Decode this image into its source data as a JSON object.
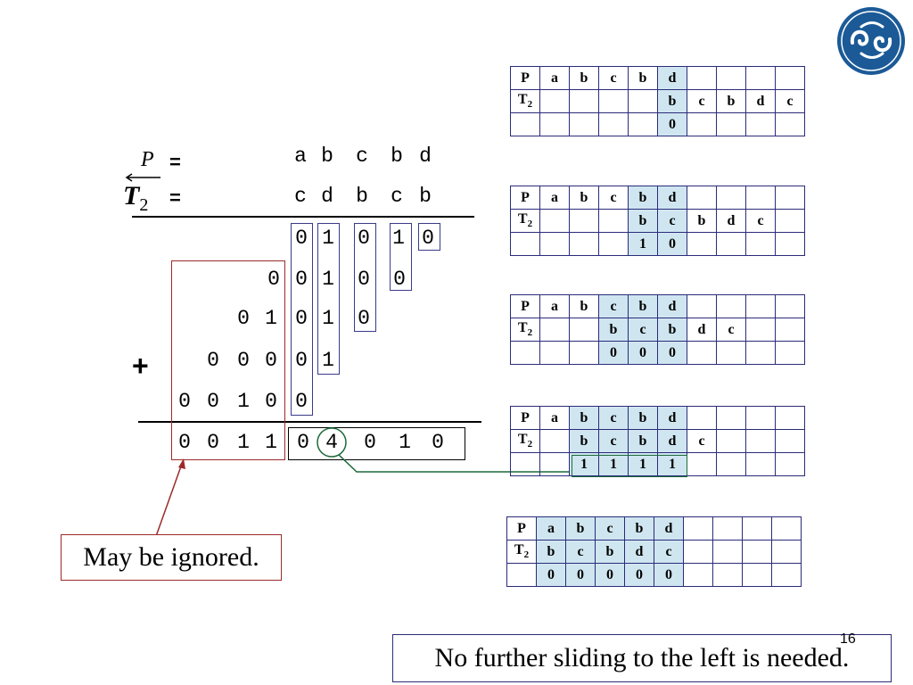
{
  "logo": {
    "name": "university-seal"
  },
  "equation": {
    "p_label": "P",
    "t_label": "T",
    "t_sub": "2",
    "eq_sign": "=",
    "p_row": [
      "a",
      "b",
      "c",
      "b",
      "d"
    ],
    "t_row": [
      "c",
      "d",
      "b",
      "c",
      "b"
    ],
    "plus_sign": "+",
    "partial_rows": [
      [
        "0",
        "1",
        "0",
        "1",
        "0"
      ],
      [
        "0",
        "0",
        "1",
        "0",
        "0"
      ],
      [
        "0",
        "1",
        "0",
        "1",
        "0"
      ],
      [
        "0",
        "0",
        "0",
        "0",
        "1"
      ],
      [
        "0",
        "0",
        "1",
        "0",
        "0"
      ]
    ],
    "result_row": [
      "0",
      "0",
      "1",
      "1",
      "0",
      "4",
      "0",
      "1",
      "0"
    ]
  },
  "note_ignored": "May be ignored.",
  "note_bottom": "No further sliding to the left is needed.",
  "page_number": "16",
  "tables": [
    {
      "p_header": "P",
      "t_header": "T",
      "t_sub": "2",
      "p_cells": [
        "a",
        "b",
        "c",
        "b",
        "d",
        "",
        "",
        "",
        ""
      ],
      "t_cells": [
        "",
        "",
        "",
        "",
        "b",
        "c",
        "b",
        "d",
        "c"
      ],
      "r_cells": [
        "",
        "",
        "",
        "",
        "0",
        "",
        "",
        "",
        ""
      ]
    },
    {
      "p_header": "P",
      "t_header": "T",
      "t_sub": "2",
      "p_cells": [
        "a",
        "b",
        "c",
        "b",
        "d",
        "",
        "",
        "",
        ""
      ],
      "t_cells": [
        "",
        "",
        "",
        "b",
        "c",
        "b",
        "d",
        "c",
        ""
      ],
      "r_cells": [
        "",
        "",
        "",
        "1",
        "0",
        "",
        "",
        "",
        ""
      ]
    },
    {
      "p_header": "P",
      "t_header": "T",
      "t_sub": "2",
      "p_cells": [
        "a",
        "b",
        "c",
        "b",
        "d",
        "",
        "",
        "",
        ""
      ],
      "t_cells": [
        "",
        "",
        "b",
        "c",
        "b",
        "d",
        "c",
        "",
        ""
      ],
      "r_cells": [
        "",
        "",
        "0",
        "0",
        "0",
        "",
        "",
        "",
        ""
      ]
    },
    {
      "p_header": "P",
      "t_header": "T",
      "t_sub": "2",
      "p_cells": [
        "a",
        "b",
        "c",
        "b",
        "d",
        "",
        "",
        "",
        ""
      ],
      "t_cells": [
        "",
        "b",
        "c",
        "b",
        "d",
        "c",
        "",
        "",
        ""
      ],
      "r_cells": [
        "",
        "1",
        "1",
        "1",
        "1",
        "",
        "",
        "",
        ""
      ]
    },
    {
      "p_header": "P",
      "t_header": "T",
      "t_sub": "2",
      "p_cells": [
        "a",
        "b",
        "c",
        "b",
        "d",
        "",
        "",
        "",
        ""
      ],
      "t_cells": [
        "b",
        "c",
        "b",
        "d",
        "c",
        "",
        "",
        "",
        ""
      ],
      "r_cells": [
        "0",
        "0",
        "0",
        "0",
        "0",
        "",
        "",
        "",
        ""
      ]
    }
  ],
  "colors": {
    "table_highlight": "#cfe6f0",
    "table_border": "#2b2b7a",
    "red_accent": "#9c2a2a",
    "green_accent": "#1c6b3a"
  }
}
